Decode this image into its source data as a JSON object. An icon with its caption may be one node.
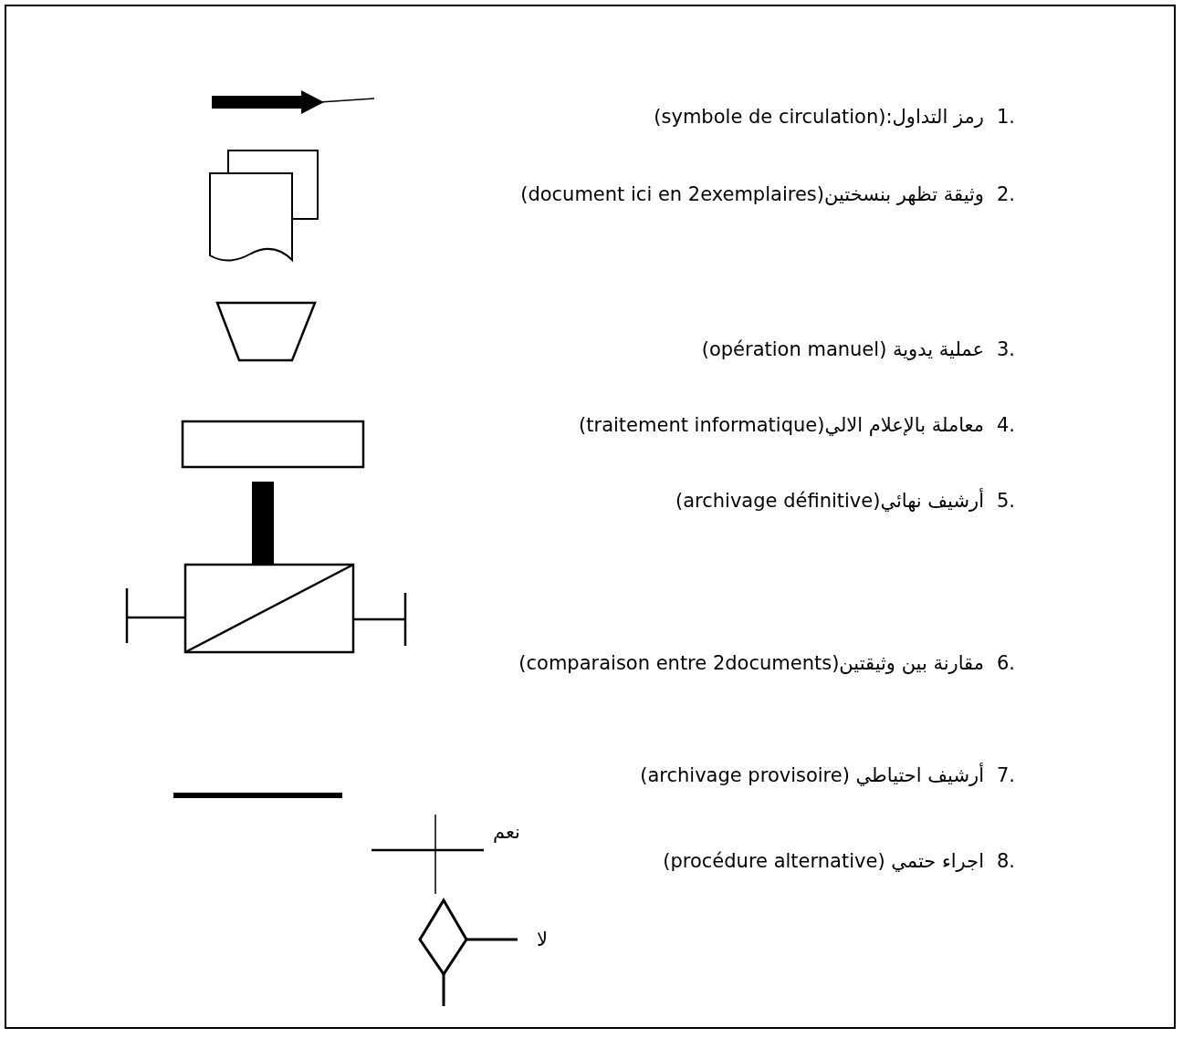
{
  "diagram": {
    "labels": [
      "1.",
      "2.",
      "3.",
      "4.",
      "5.",
      "6.",
      "7.",
      "نعم",
      "8.",
      "لا"
    ],
    "legend": [
      {
        "text": "رمز التداول:(symbole de circulation)"
      },
      {
        "text": "وثيقة تظهر بنسختين(document ici en 2exemplaires)"
      },
      {
        "text": "عملية يدوية (opération manuel)"
      },
      {
        "text": "معاملة بالإعلام الالي(traitement informatique)"
      },
      {
        "text": "أرشيف نهائي(archivage définitive)"
      },
      {
        "text": "مقارنة بين وثيقتين(comparaison entre 2documents)"
      },
      {
        "text": "أرشيف احتياطي (archivage provisoire)"
      },
      {
        "text": "اجراء حتمي (procédure alternative)"
      }
    ]
  }
}
